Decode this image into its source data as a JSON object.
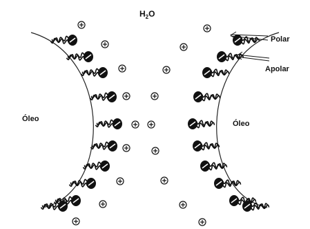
{
  "title": "H2O",
  "title_base": "H",
  "title_sub": "2",
  "title_tail": "O",
  "oil_left": "Óleo",
  "oil_right": "Óleo",
  "polar_label": "Polar",
  "apolar_label": "Apolar",
  "colors": {
    "ink": "#111111",
    "background": "#ffffff"
  },
  "icons": {
    "head": "polar-head-icon",
    "tail": "apolar-tail-icon",
    "ion": "plus-ion-icon",
    "arrow": "arrow-icon"
  }
}
